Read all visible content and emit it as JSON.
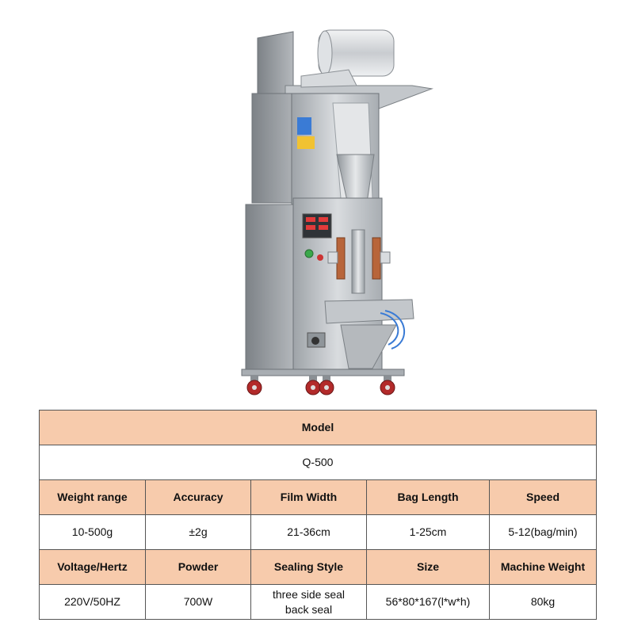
{
  "product_image": {
    "icon": "packing-machine-illustration"
  },
  "spec_table": {
    "model_header": "Model",
    "model_value": "Q-500",
    "row1_headers": [
      "Weight range",
      "Accuracy",
      "Film Width",
      "Bag Length",
      "Speed"
    ],
    "row1_values": [
      "10-500g",
      "±2g",
      "21-36cm",
      "1-25cm",
      "5-12(bag/min)"
    ],
    "row2_headers": [
      "Voltage/Hertz",
      "Powder",
      "Sealing Style",
      "Size",
      "Machine Weight"
    ],
    "row2_values": [
      "220V/50HZ",
      "700W",
      [
        "three side seal",
        "back seal"
      ],
      "56*80*167(l*w*h)",
      "80kg"
    ],
    "colors": {
      "header_bg": "#f7cbac",
      "border": "#555555"
    }
  }
}
